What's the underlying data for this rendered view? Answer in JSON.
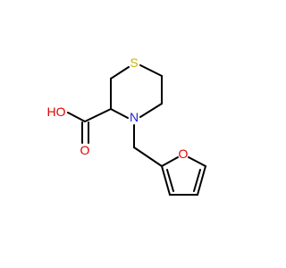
{
  "molecule": {
    "atoms": {
      "sulfur": "S",
      "nitrogen": "N",
      "hydroxyl": "HO",
      "carbonyl_oxygen": "O",
      "furan_oxygen": "O"
    },
    "colors": {
      "bond": "#000000",
      "sulfur": "#c9b400",
      "nitrogen": "#1f1fd6",
      "oxygen": "#e00000"
    }
  }
}
